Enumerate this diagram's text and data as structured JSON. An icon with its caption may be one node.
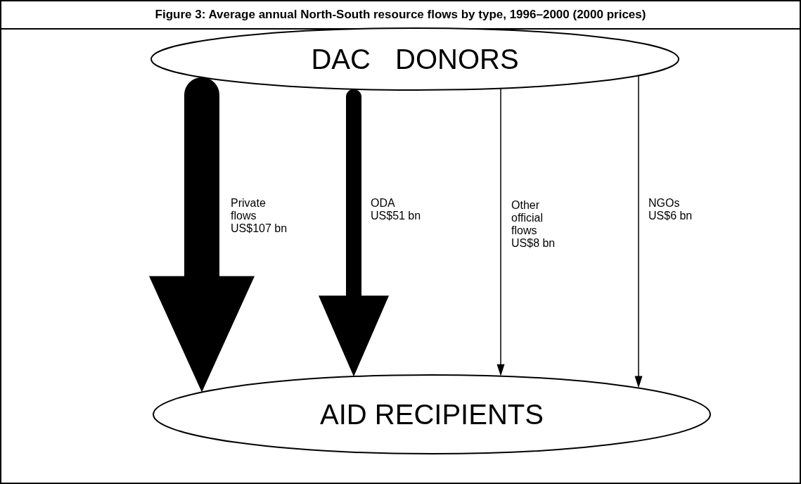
{
  "diagram": {
    "title": "Figure 3: Average annual North-South resource flows by type, 1996–2000 (2000 prices)",
    "nodes": [
      {
        "text": [
          "DAC DONORS"
        ]
      },
      {
        "text": [
          "AID RECIPIENTS"
        ]
      }
    ],
    "edges": [
      {
        "from": 0,
        "to": 1,
        "arrow": "to",
        "label": "Private flows US$107 bn",
        "style": "thick"
      },
      {
        "from": 0,
        "to": 1,
        "arrow": "to",
        "label": "ODA US$51 bn",
        "style": "thick"
      },
      {
        "from": 0,
        "to": 1,
        "arrow": "to",
        "label": "Other official flows US$8 bn"
      },
      {
        "from": 0,
        "to": 1,
        "arrow": "to",
        "label": "NGOs US$6 bn"
      }
    ]
  }
}
